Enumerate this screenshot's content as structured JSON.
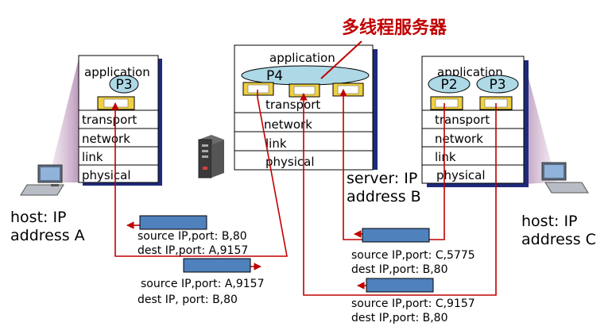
{
  "title": "多线程服务器",
  "layers": {
    "application": "application",
    "transport": "transport",
    "network": "network",
    "link": "link",
    "physical": "physical"
  },
  "processes": {
    "host_a": "P3",
    "server": "P4",
    "host_c_1": "P2",
    "host_c_2": "P3"
  },
  "captions": {
    "host_a_line1": "host: IP",
    "host_a_line2": "address A",
    "server_line1": "server: IP",
    "server_line2": "address B",
    "host_c_line1": "host: IP",
    "host_c_line2": "address C"
  },
  "segments": [
    {
      "source": "source IP,port: B,80",
      "dest": "dest IP,port: A,9157"
    },
    {
      "source": "source IP,port: A,9157",
      "dest": "dest IP, port: B,80"
    },
    {
      "source": "source IP,port: C,5775",
      "dest": "dest IP,port: B,80"
    },
    {
      "source": "source IP,port: C,9157",
      "dest": "dest IP,port: B,80"
    }
  ],
  "colors": {
    "arrow": "#c00000",
    "segment_fill": "#4f81bd",
    "socket_fill": "#f0d040",
    "process_fill": "#add8e6",
    "stack_shadow": "#1f2a7a"
  }
}
